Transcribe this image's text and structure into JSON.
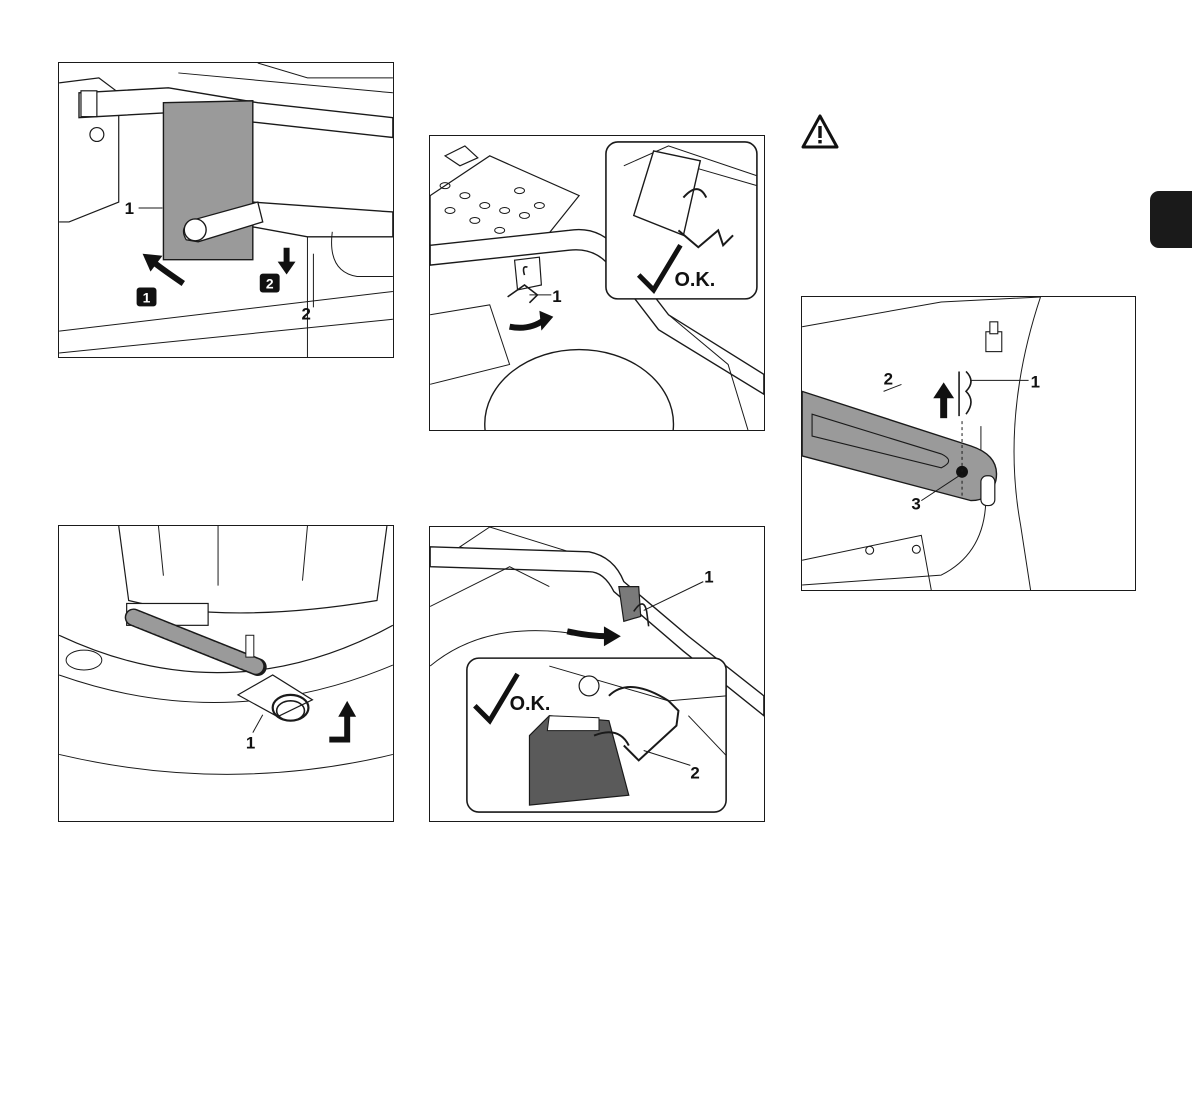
{
  "figure_top_left": {
    "callouts": [
      "1",
      "2"
    ],
    "steps": [
      "1",
      "2"
    ]
  },
  "figure_top_middle": {
    "callouts": [
      "1"
    ],
    "ok_text": "O.K."
  },
  "figure_bottom_left": {
    "callouts": [
      "1"
    ]
  },
  "figure_bottom_middle": {
    "callouts": [
      "1",
      "2"
    ],
    "ok_text": "O.K."
  },
  "figure_right": {
    "callouts": [
      "2",
      "1",
      "3"
    ]
  },
  "warning_icon": "warning-triangle-icon",
  "colors": {
    "line": "#1a1a1a",
    "shade": "#9a9a9a",
    "tab": "#1a1a1a"
  }
}
